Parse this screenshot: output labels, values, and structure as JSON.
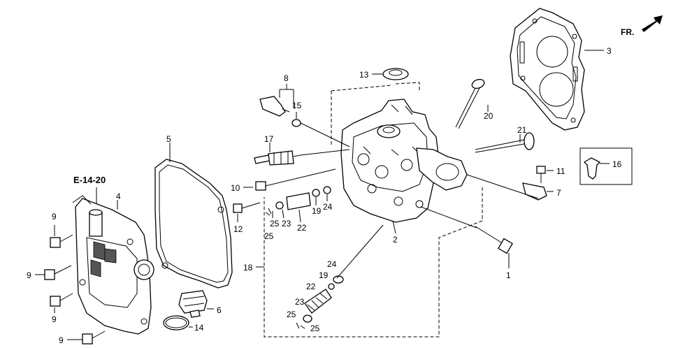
{
  "direction_label": "FR.",
  "reference_label": "E-14-20",
  "callouts": {
    "p1": "1",
    "p2": "2",
    "p3": "3",
    "p4": "4",
    "p5": "5",
    "p6": "6",
    "p7": "7",
    "p8": "8",
    "p9a": "9",
    "p9b": "9",
    "p9c": "9",
    "p9d": "9",
    "p10": "10",
    "p11": "11",
    "p12": "12",
    "p13": "13",
    "p14": "14",
    "p15": "15",
    "p16": "16",
    "p17": "17",
    "p18": "18",
    "p19a": "19",
    "p19b": "19",
    "p20": "20",
    "p21": "21",
    "p22a": "22",
    "p22b": "22",
    "p23a": "23",
    "p23b": "23",
    "p24a": "24",
    "p24b": "24",
    "p25a": "25",
    "p25b": "25",
    "p25c": "25",
    "p25d": "25"
  },
  "icons": [
    "direction-arrow-icon",
    "cylinder-head-cover",
    "cylinder-head",
    "head-gasket",
    "cover-gasket",
    "oil-filler-cap",
    "spark-plug",
    "valve",
    "valve-spring",
    "flange-bolt",
    "clip"
  ]
}
